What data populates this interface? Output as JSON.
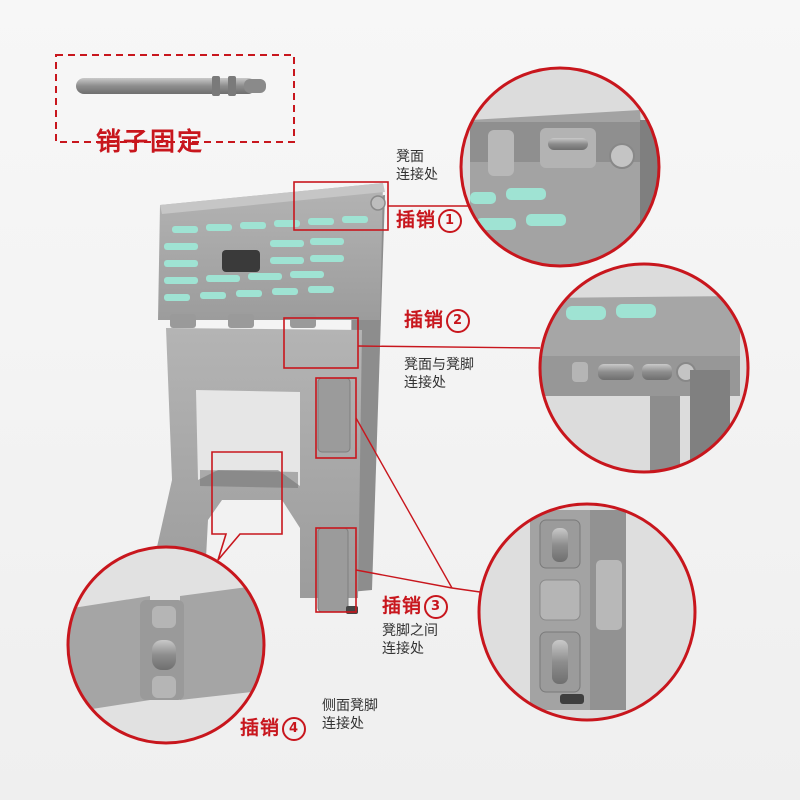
{
  "colors": {
    "accent": "#c8161d",
    "plastic_gray": "#a9a9a9",
    "mint": "#9fe3d3"
  },
  "pin_box": {
    "title": "销子固定"
  },
  "callouts": [
    {
      "id": "pin1",
      "label": "插销",
      "number": "1",
      "note_lines": [
        "凳面",
        "连接处"
      ]
    },
    {
      "id": "pin2",
      "label": "插销",
      "number": "2",
      "note_lines": [
        "凳面与凳脚",
        "连接处"
      ]
    },
    {
      "id": "pin3",
      "label": "插销",
      "number": "3",
      "note_lines": [
        "凳脚之间",
        "连接处"
      ]
    },
    {
      "id": "pin4",
      "label": "插销",
      "number": "4",
      "note_lines": [
        "侧面凳脚",
        "连接处"
      ]
    }
  ]
}
